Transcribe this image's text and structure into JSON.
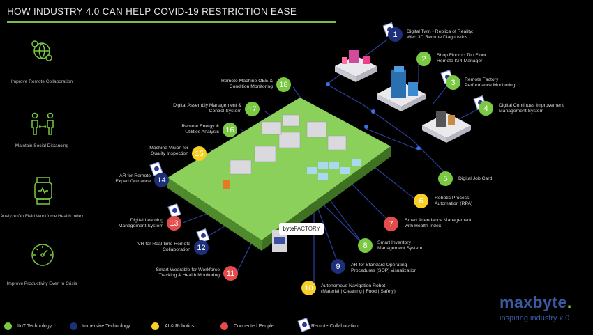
{
  "title": "HOW INDUSTRY 4.0 CAN HELP COVID-19 RESTRICTION EASE",
  "benefits": [
    {
      "icon": "remote-collaboration-icon",
      "label": "Improve Remote Collaboration"
    },
    {
      "icon": "social-distancing-icon",
      "label": "Maintain Social Distancing"
    },
    {
      "icon": "smartwatch-health-icon",
      "label": "Analyze On Field Workforce Health Index"
    },
    {
      "icon": "speedometer-productivity-icon",
      "label": "Improve Productivity Even In Crisis"
    }
  ],
  "right_items": [
    {
      "num": "1",
      "cat": "immersive",
      "remote": true,
      "line1": "Digital Twin - Replica of Reality;",
      "line2": "Web 3D Remote Diagnostics"
    },
    {
      "num": "2",
      "cat": "iiot",
      "remote": false,
      "line1": "Shop Floor to Top Floor",
      "line2": "Remote KPI Manager"
    },
    {
      "num": "3",
      "cat": "iiot",
      "remote": true,
      "line1": "Remote Factory",
      "line2": "Performance Monitoring"
    },
    {
      "num": "4",
      "cat": "iiot",
      "remote": true,
      "line1": "Digital Continues Improvement",
      "line2": "Management System"
    },
    {
      "num": "5",
      "cat": "iiot",
      "remote": false,
      "line1": "Digital Job Card",
      "line2": ""
    },
    {
      "num": "6",
      "cat": "ai",
      "remote": false,
      "line1": "Robotic Process",
      "line2": "Automation (RPA)"
    },
    {
      "num": "7",
      "cat": "connected",
      "remote": false,
      "line1": "Smart Attendance Management",
      "line2": "with Health Index"
    },
    {
      "num": "8",
      "cat": "iiot",
      "remote": false,
      "line1": "Smart Inventory",
      "line2": "Management System"
    },
    {
      "num": "9",
      "cat": "immersive",
      "remote": false,
      "line1": "AR for Standard Operating",
      "line2": "Procedures (SOP) visualization"
    },
    {
      "num": "10",
      "cat": "ai",
      "remote": false,
      "line1": "Autonomous Navigation Robot",
      "line2": "(Material | Cleaning | Food | Safety)"
    }
  ],
  "left_items": [
    {
      "num": "11",
      "cat": "connected",
      "remote": false,
      "line1": "Smart Wearable for Workforce",
      "line2": "Tracking & Health Monitoring"
    },
    {
      "num": "12",
      "cat": "immersive",
      "remote": true,
      "line1": "VR for Real-time Remote",
      "line2": "Collaboration"
    },
    {
      "num": "13",
      "cat": "connected",
      "remote": true,
      "line1": "Digital Learning",
      "line2": "Management System"
    },
    {
      "num": "14",
      "cat": "immersive",
      "remote": true,
      "line1": "AR for Remote",
      "line2": "Expert Guidance"
    },
    {
      "num": "15",
      "cat": "ai",
      "remote": false,
      "line1": "Machine Vision for",
      "line2": "Quality Inspection"
    },
    {
      "num": "16",
      "cat": "iiot",
      "remote": false,
      "line1": "Remote Energy &",
      "line2": "Utilities Analysis"
    },
    {
      "num": "17",
      "cat": "iiot",
      "remote": false,
      "line1": "Digital Assembly Management &",
      "line2": "Control System"
    },
    {
      "num": "18",
      "cat": "iiot",
      "remote": false,
      "line1": "Remote Machine OEE &",
      "line2": "Condition Monitoring"
    }
  ],
  "factory_brand": {
    "byte": "byte",
    "factory": "FACTORY"
  },
  "legend": [
    {
      "key": "iiot",
      "label": "IIoT Technology",
      "color": "#7ac943"
    },
    {
      "key": "immersive",
      "label": "Immersive Technology",
      "color": "#1c2f78"
    },
    {
      "key": "ai",
      "label": "AI & Robotics",
      "color": "#f7cf26"
    },
    {
      "key": "connected",
      "label": "Connected People",
      "color": "#e44b4b"
    },
    {
      "key": "remote",
      "label": "Remote Collaboration",
      "icon": "remote-collaboration-tag-icon"
    }
  ],
  "logo": {
    "name": "maxbyte",
    "dot": ".",
    "tagline": "inspiring industry x.0"
  }
}
